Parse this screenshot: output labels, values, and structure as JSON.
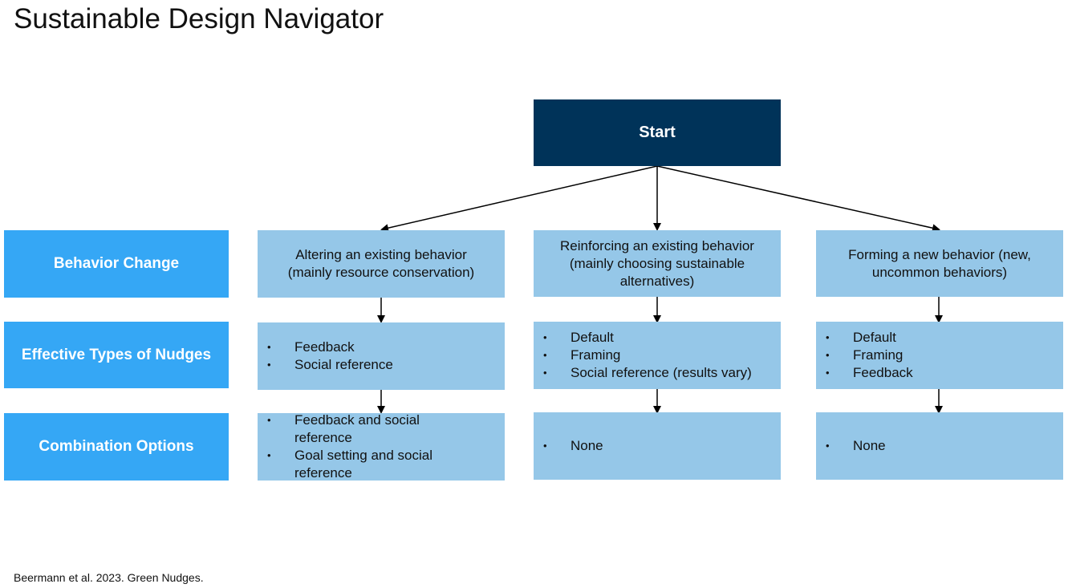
{
  "title": "Sustainable Design Navigator",
  "start": "Start",
  "rows": {
    "behavior_change": "Behavior Change",
    "nudges": "Effective Types of Nudges",
    "combination": "Combination Options"
  },
  "columns": [
    {
      "behavior": "Altering an existing behavior (mainly resource conservation)",
      "nudges": [
        "Feedback",
        "Social reference"
      ],
      "combos": [
        "Feedback and social reference",
        "Goal setting and social reference"
      ]
    },
    {
      "behavior": "Reinforcing an existing behavior (mainly choosing sustainable alternatives)",
      "nudges": [
        "Default",
        "Framing",
        "Social reference (results vary)"
      ],
      "combos": [
        "None"
      ]
    },
    {
      "behavior": "Forming a new behavior (new, uncommon behaviors)",
      "nudges": [
        "Default",
        "Framing",
        "Feedback"
      ],
      "combos": [
        "None"
      ]
    }
  ],
  "citation": "Beermann et al. 2023. Green Nudges."
}
